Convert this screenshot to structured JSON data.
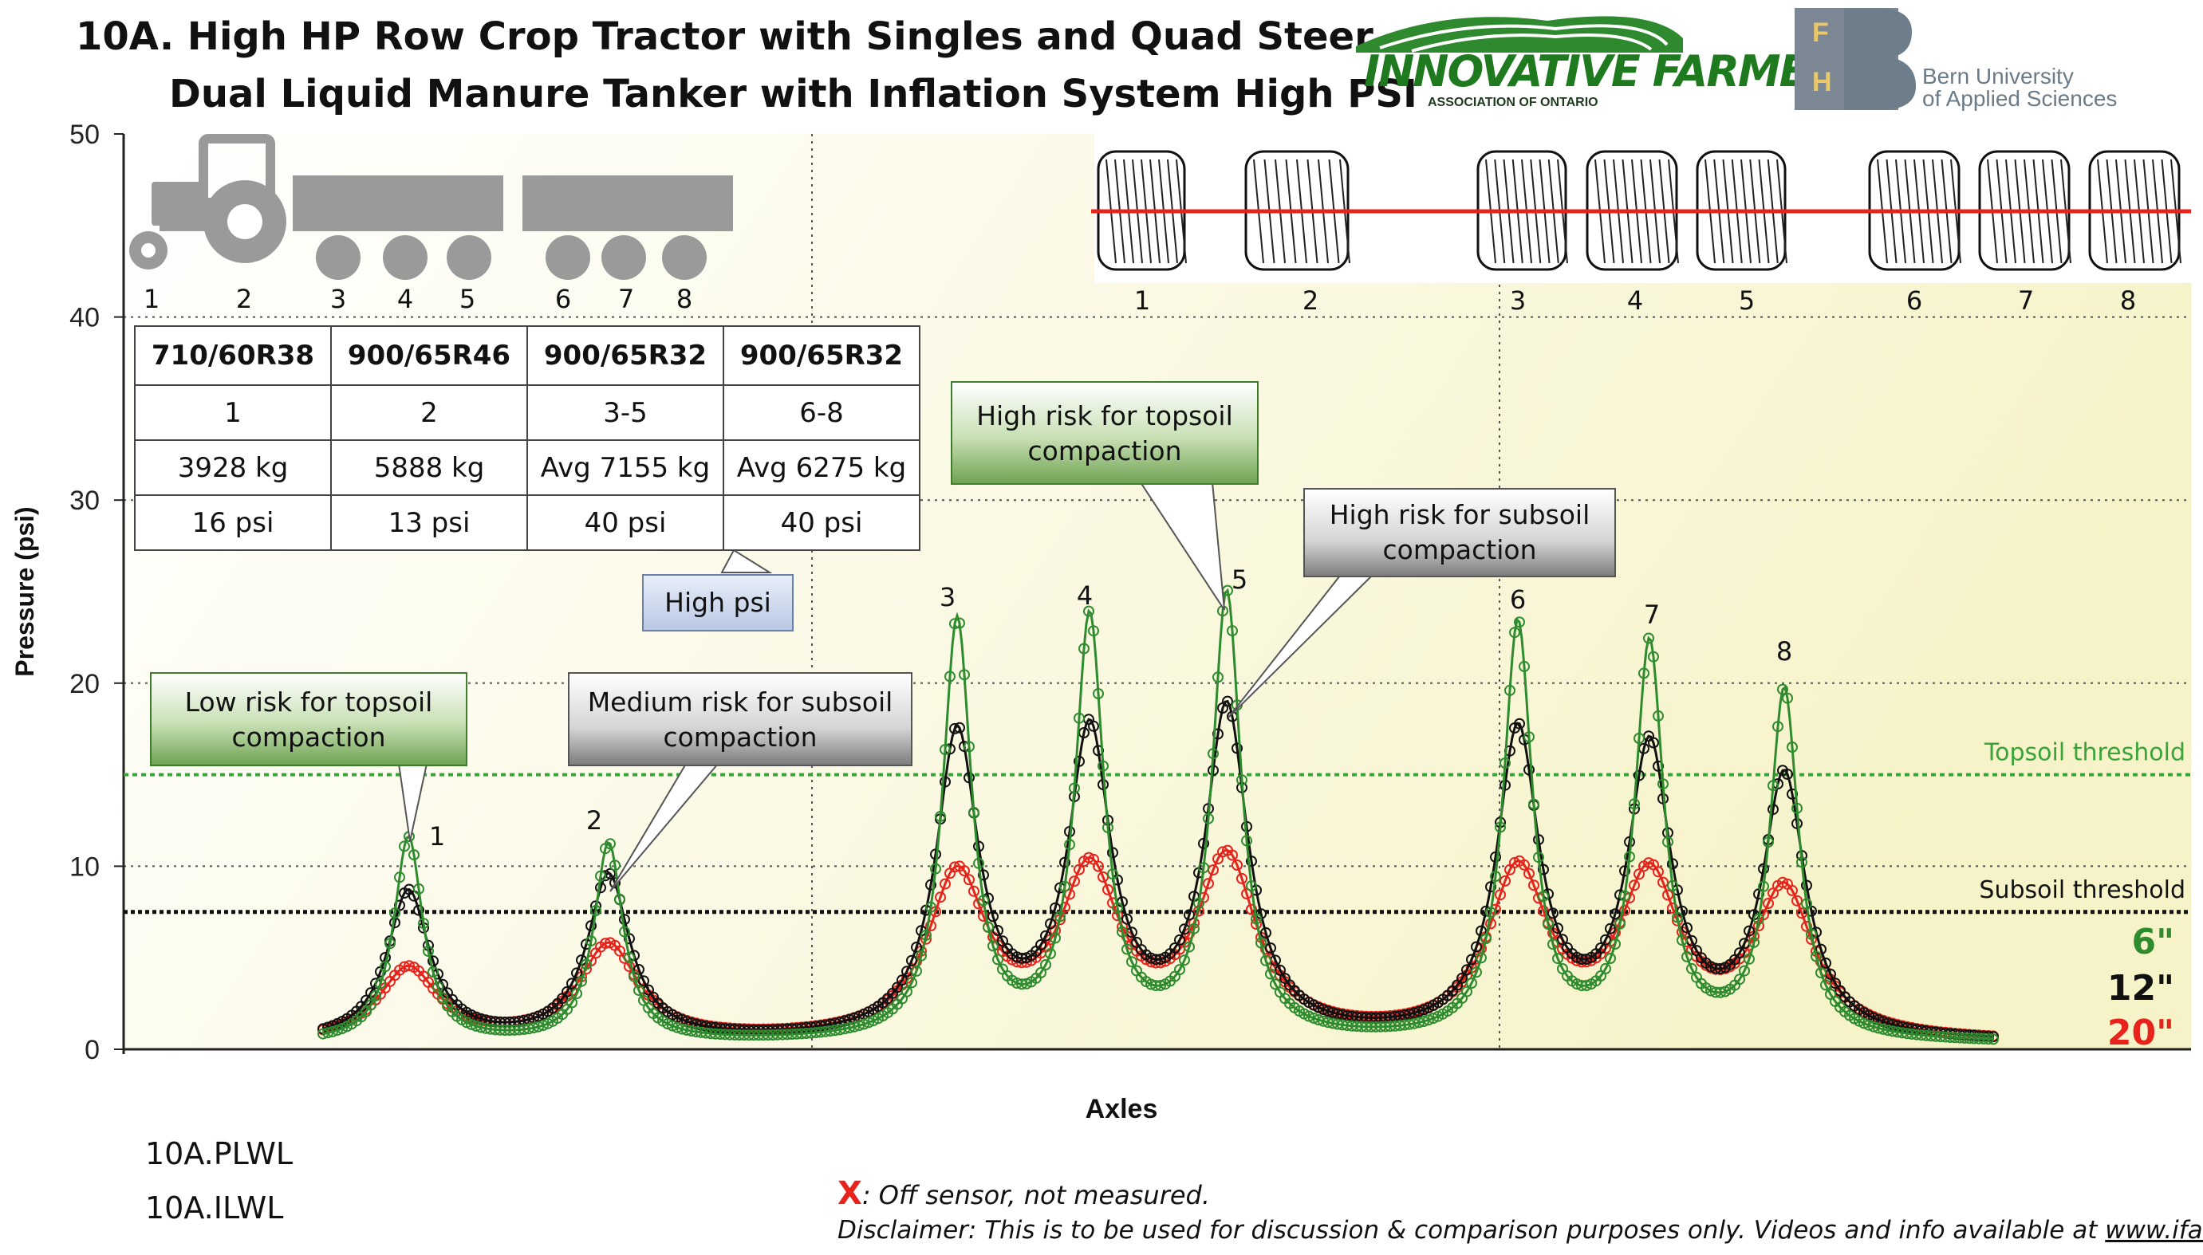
{
  "title": {
    "line1": "10A. High HP Row Crop Tractor with Singles and Quad Steer",
    "line2": "Dual Liquid Manure Tanker with Inflation System High PSI"
  },
  "logos": {
    "ifao_main": "INNOVATIVE FARMERS",
    "ifao_sub": "ASSOCIATION OF ONTARIO",
    "fh_top": "F",
    "fh_bottom": "H",
    "bern_line1": "Bern University",
    "bern_line2": "of Applied Sciences"
  },
  "chart_data": {
    "type": "scatter",
    "xlabel": "Axles",
    "ylabel": "Pressure (psi)",
    "ylim": [
      0,
      50
    ],
    "yticks": [
      0,
      10,
      20,
      30,
      40,
      50
    ],
    "grid": true,
    "axles": [
      "1",
      "2",
      "3",
      "4",
      "5",
      "6",
      "7",
      "8"
    ],
    "series": [
      {
        "name": "6\"",
        "color": "#2e8b2e",
        "peaks": [
          11.2,
          10.8,
          22.8,
          22.8,
          24.2,
          22.6,
          21.4,
          19.0
        ]
      },
      {
        "name": "12\"",
        "color": "#111111",
        "peaks": [
          8.2,
          9.0,
          16.5,
          16.4,
          17.8,
          16.6,
          15.6,
          14.2
        ]
      },
      {
        "name": "20\"",
        "color": "#e8231c",
        "peaks": [
          4.0,
          5.2,
          8.8,
          8.8,
          9.6,
          9.0,
          8.6,
          8.0
        ]
      }
    ],
    "thresholds": [
      {
        "label": "Topsoil threshold",
        "value": 15.0,
        "color": "#3aa33a"
      },
      {
        "label": "Subsoil threshold",
        "value": 7.5,
        "color": "#111111"
      }
    ],
    "peak_labels": [
      "1",
      "2",
      "3",
      "4",
      "5",
      "6",
      "7",
      "8"
    ],
    "legend": {
      "placement": "right",
      "entries": [
        "6\"",
        "12\"",
        "20\""
      ]
    }
  },
  "diagram": {
    "tractor_numbers": [
      "1",
      "2",
      "3",
      "4",
      "5",
      "6",
      "7",
      "8"
    ],
    "tire_numbers": [
      "1",
      "2",
      "3",
      "4",
      "5",
      "6",
      "7",
      "8"
    ]
  },
  "table": {
    "headers": [
      "710/60R38",
      "900/65R46",
      "900/65R32",
      "900/65R32"
    ],
    "rows": [
      [
        "1",
        "2",
        "3-5",
        "6-8"
      ],
      [
        "3928 kg",
        "5888 kg",
        "Avg 7155 kg",
        "Avg 6275 kg"
      ],
      [
        "16 psi",
        "13 psi",
        "40 psi",
        "40 psi"
      ]
    ]
  },
  "callouts": {
    "high_psi": "High psi",
    "low_topsoil": "Low risk for topsoil compaction",
    "medium_subsoil": "Medium risk for subsoil compaction",
    "high_topsoil": "High risk for topsoil compaction",
    "high_subsoil": "High risk for subsoil compaction"
  },
  "footer": {
    "code1": "10A.PLWL",
    "code2": "10A.ILWL",
    "x_mark": "X",
    "off_sensor": ": Off sensor, not measured.",
    "disclaimer": "Disclaimer: This is to be used for discussion & comparison purposes only. Videos and info available at ",
    "link": "www.ifao.com"
  }
}
